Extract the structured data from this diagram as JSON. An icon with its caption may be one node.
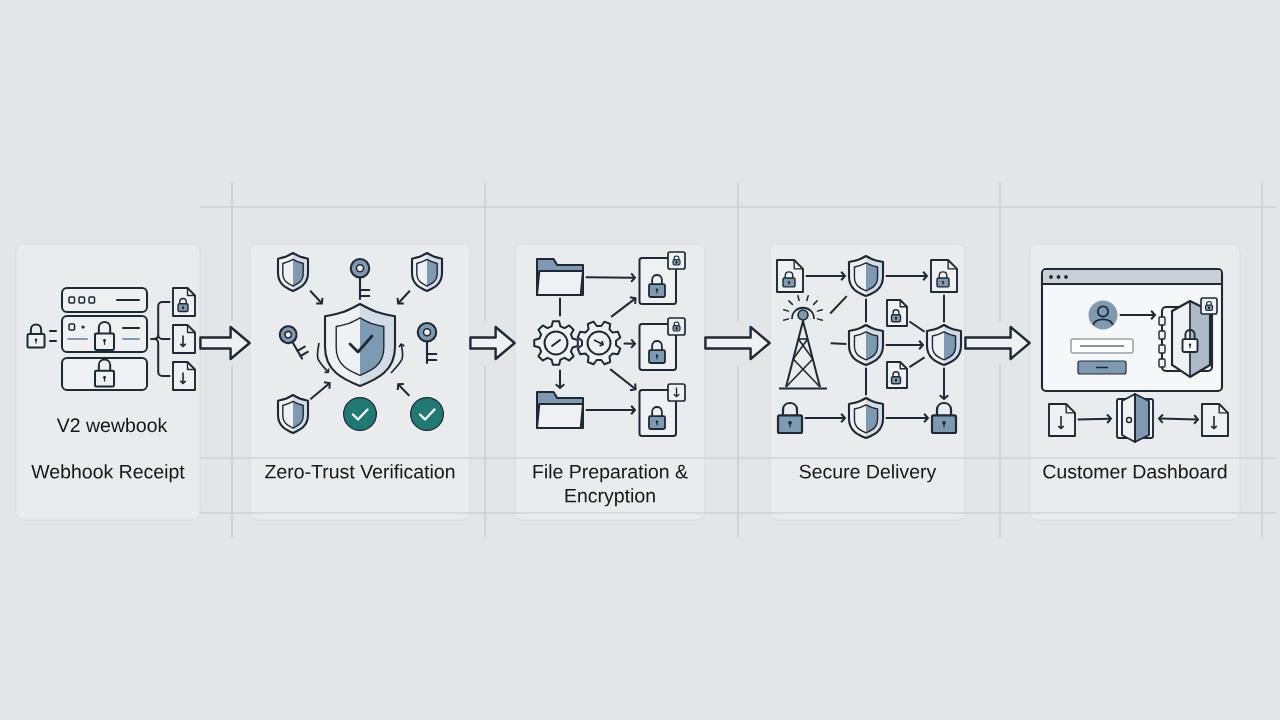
{
  "diagram": {
    "nodes": [
      {
        "text": [
          "Webhook Receipt"
        ]
      },
      {
        "text": [],
        "shape": "picture",
        "in": 0,
        "beside": [
          "V2 wewbook"
        ]
      },
      {
        "text": [],
        "shape": "picture",
        "in": 0
      },
      {
        "text": [],
        "shape": "picture",
        "in": 0
      },
      {
        "text": [],
        "shape": "picture",
        "in": 0
      },
      {
        "text": [
          "Zero-Trust Verification"
        ]
      },
      {
        "text": [],
        "shape": "picture",
        "in": 5
      },
      {
        "text": [],
        "shape": "picture",
        "in": 5
      },
      {
        "text": [],
        "shape": "picture",
        "in": 5
      },
      {
        "text": [],
        "shape": "picture",
        "in": 5
      },
      {
        "text": [],
        "shape": "picture",
        "in": 5
      },
      {
        "text": [],
        "shape": "picture",
        "in": 5
      },
      {
        "text": [],
        "shape": "picture",
        "in": 5
      },
      {
        "text": [],
        "shape": "circle",
        "in": 5
      },
      {
        "text": [],
        "shape": "circle",
        "in": 5
      },
      {
        "text": [
          "File Preparation & Encryption"
        ]
      },
      {
        "text": [],
        "shape": "picture",
        "in": 15
      },
      {
        "text": [],
        "shape": "picture",
        "in": 15
      },
      {
        "text": [],
        "shape": "picture",
        "in": 15
      },
      {
        "text": [],
        "shape": "picture",
        "in": 15
      },
      {
        "text": [],
        "shape": "picture",
        "in": 15
      },
      {
        "text": [],
        "shape": "picture",
        "in": 15
      },
      {
        "text": [
          "Secure Delivery"
        ]
      },
      {
        "text": [],
        "shape": "picture",
        "in": 22
      },
      {
        "text": [],
        "shape": "picture",
        "in": 22
      },
      {
        "text": [],
        "shape": "picture",
        "in": 22
      },
      {
        "text": [],
        "shape": "picture",
        "in": 22
      },
      {
        "text": [],
        "shape": "picture",
        "in": 22
      },
      {
        "text": [],
        "shape": "picture",
        "in": 22
      },
      {
        "text": [],
        "shape": "picture",
        "in": 22
      },
      {
        "text": [],
        "shape": "picture",
        "in": 22
      },
      {
        "text": [],
        "shape": "picture",
        "in": 22
      },
      {
        "text": [],
        "shape": "picture",
        "in": 22
      },
      {
        "text": [],
        "shape": "picture",
        "in": 22
      },
      {
        "text": [
          "Customer Dashboard"
        ]
      },
      {
        "text": [],
        "shape": "picture",
        "in": 34
      },
      {
        "text": [],
        "shape": "person",
        "in": 35
      },
      {
        "text": [],
        "shape": "picture",
        "in": 35
      },
      {
        "text": [],
        "shape": "picture",
        "in": 34
      },
      {
        "text": [],
        "shape": "picture",
        "in": 34
      },
      {
        "text": [],
        "shape": "picture",
        "in": 34
      }
    ],
    "edges": [
      {
        "from": 1,
        "to": 2,
        "arrow": "none"
      },
      {
        "from": 1,
        "to": 3,
        "arrow": "none"
      },
      {
        "from": 1,
        "to": 4,
        "arrow": "none"
      },
      {
        "from": 0,
        "to": 5,
        "arrow": "to",
        "style": "thick"
      },
      {
        "from": 6,
        "to": 10,
        "arrow": "to"
      },
      {
        "from": 8,
        "to": 10,
        "arrow": "to"
      },
      {
        "from": 12,
        "to": 10,
        "arrow": "to"
      },
      {
        "from": 14,
        "to": 10,
        "arrow": "to"
      },
      {
        "from": 5,
        "to": 15,
        "arrow": "to",
        "style": "thick"
      },
      {
        "from": 16,
        "to": 17,
        "arrow": "to"
      },
      {
        "from": 16,
        "to": 18,
        "arrow": "none"
      },
      {
        "from": 18,
        "to": 17,
        "arrow": "to"
      },
      {
        "from": 18,
        "to": 19,
        "arrow": "to"
      },
      {
        "from": 18,
        "to": 20,
        "arrow": "to"
      },
      {
        "from": 18,
        "to": 21,
        "arrow": "to"
      },
      {
        "from": 20,
        "to": 21,
        "arrow": "to"
      },
      {
        "from": 15,
        "to": 22,
        "arrow": "to",
        "style": "thick"
      },
      {
        "from": 23,
        "to": 24,
        "arrow": "to"
      },
      {
        "from": 24,
        "to": 25,
        "arrow": "to"
      },
      {
        "from": 27,
        "to": 24,
        "arrow": "none"
      },
      {
        "from": 24,
        "to": 28,
        "arrow": "none"
      },
      {
        "from": 27,
        "to": 28,
        "arrow": "none"
      },
      {
        "from": 25,
        "to": 29,
        "arrow": "none"
      },
      {
        "from": 26,
        "to": 29,
        "arrow": "none"
      },
      {
        "from": 28,
        "to": 29,
        "arrow": "to"
      },
      {
        "from": 30,
        "to": 29,
        "arrow": "none"
      },
      {
        "from": 29,
        "to": 33,
        "arrow": "to"
      },
      {
        "from": 28,
        "to": 32,
        "arrow": "none"
      },
      {
        "from": 31,
        "to": 32,
        "arrow": "to"
      },
      {
        "from": 32,
        "to": 33,
        "arrow": "to"
      },
      {
        "from": 22,
        "to": 34,
        "arrow": "to",
        "style": "thick"
      },
      {
        "from": 36,
        "to": 37,
        "arrow": "to"
      },
      {
        "from": 38,
        "to": 39,
        "arrow": "to"
      },
      {
        "from": 39,
        "to": 40,
        "arrow": "both"
      }
    ]
  }
}
